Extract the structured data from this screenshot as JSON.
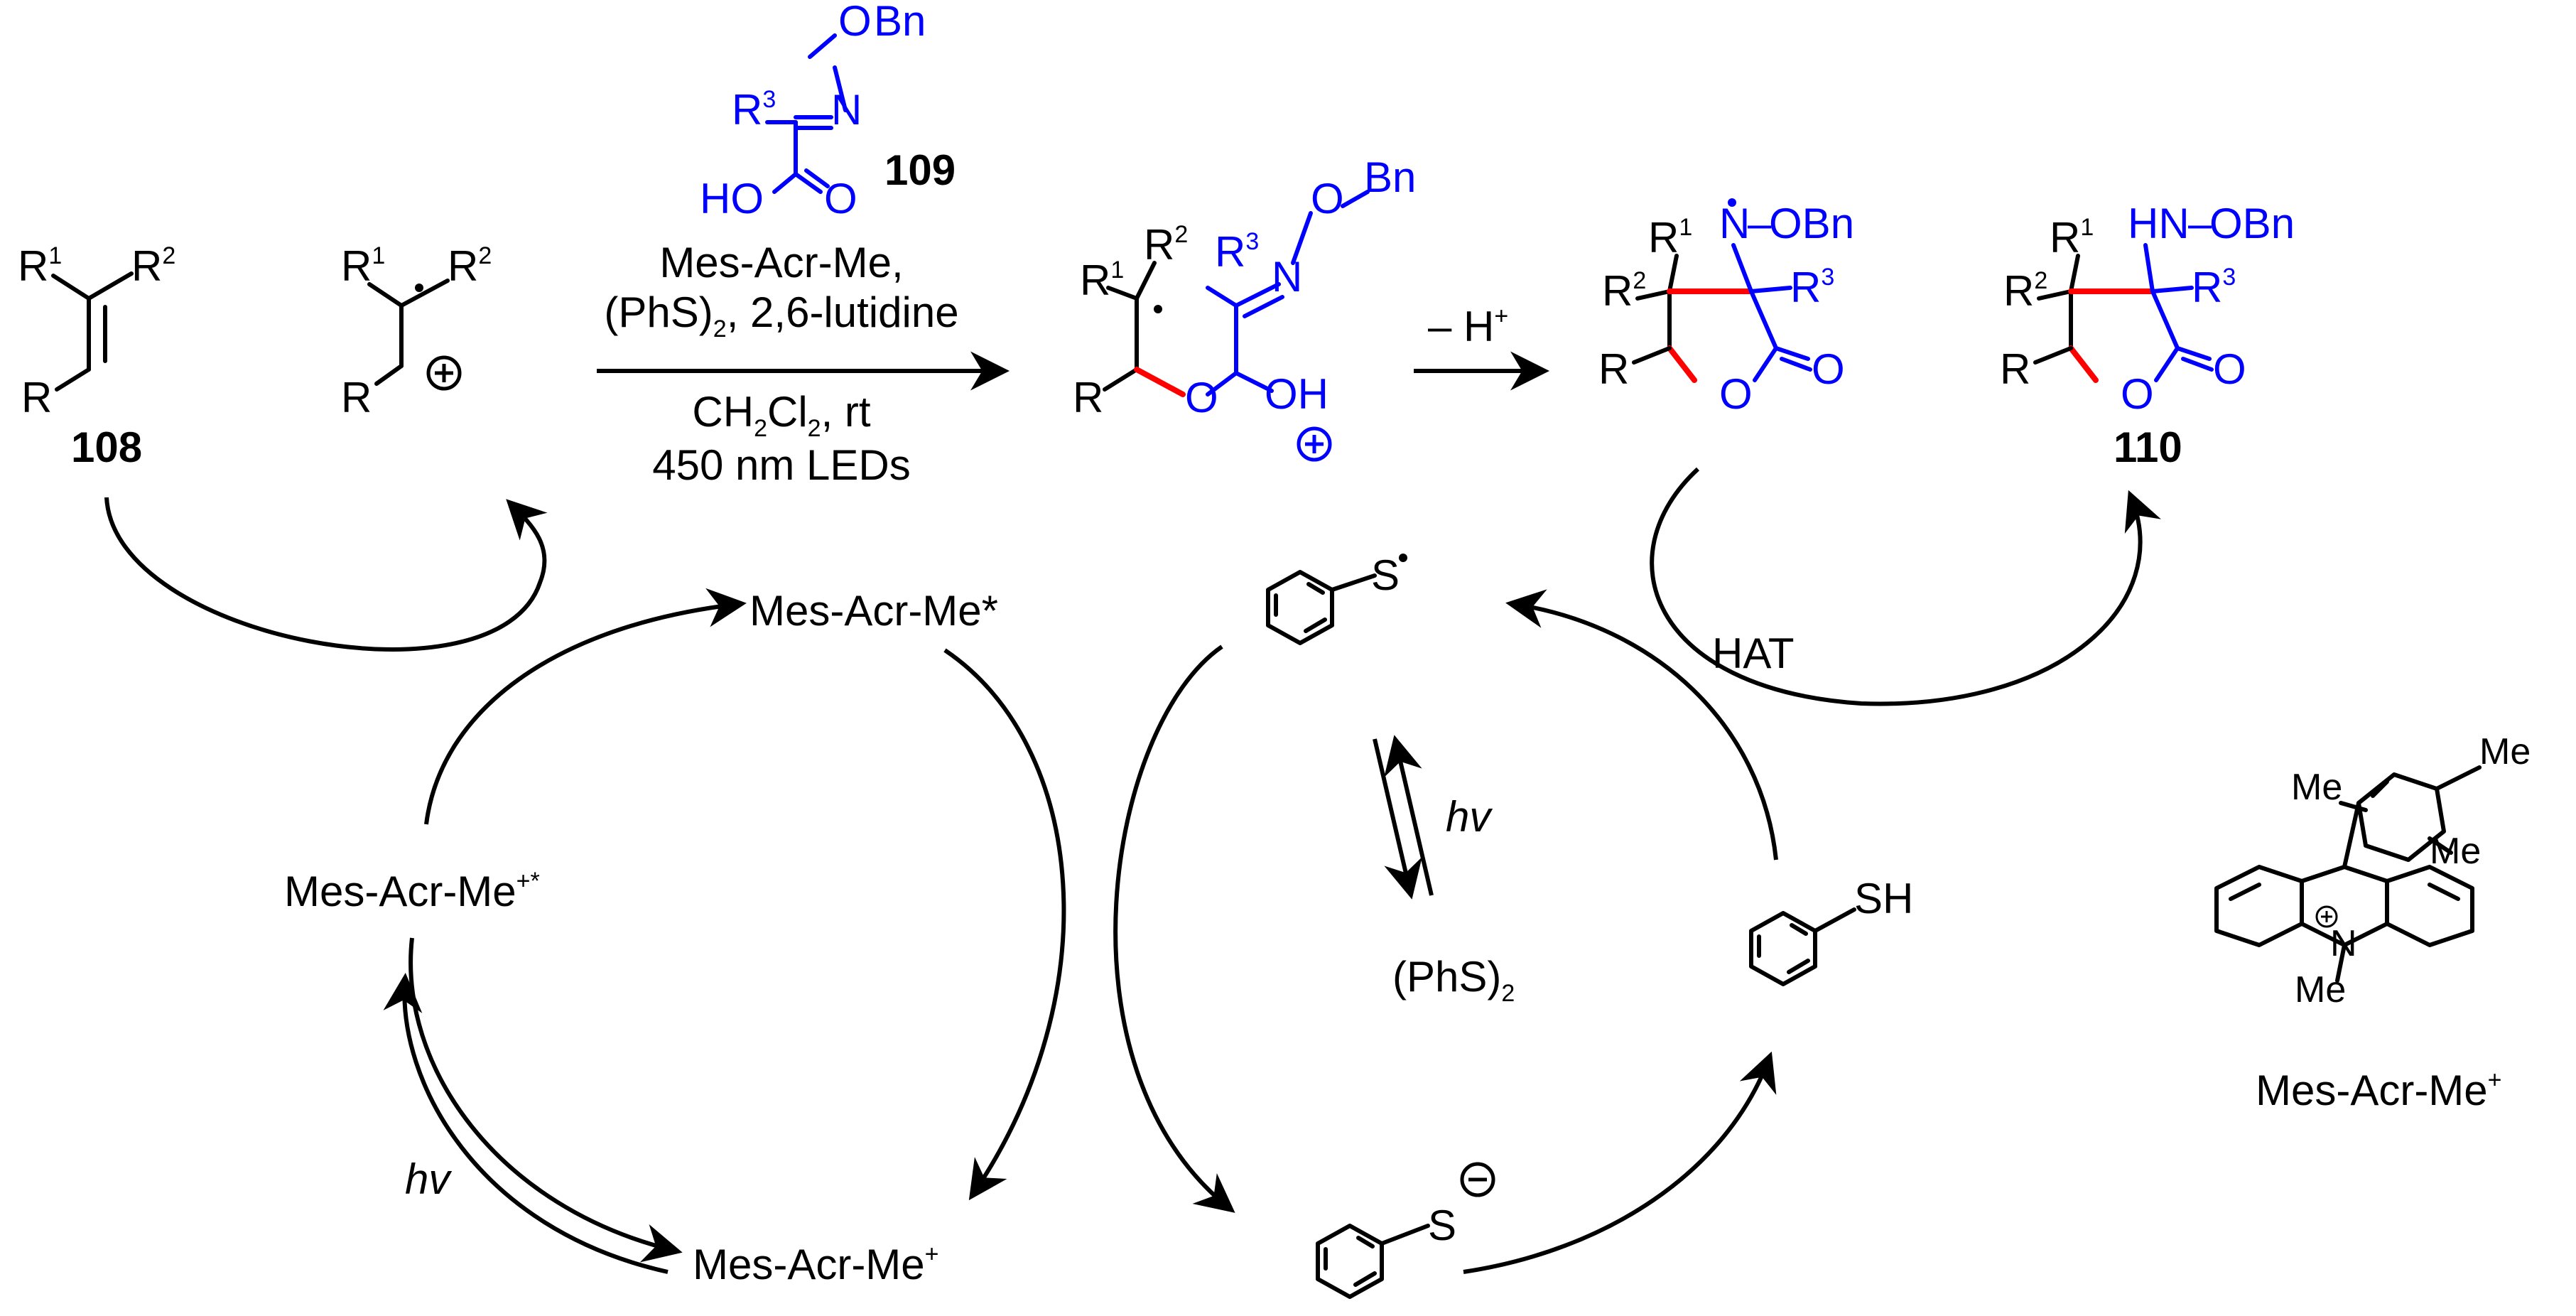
{
  "text": {
    "r1": "R",
    "r2": "R",
    "r3": "R",
    "r": "R",
    "n1": "1",
    "n2": "2",
    "n3": "3",
    "bn": "Bn",
    "o": "O",
    "n": "N",
    "ho": "HO",
    "oh": "OH",
    "h": "H",
    "obn": "OBn",
    "n_obn": "N",
    "hn": "HN",
    "compound_108": "108",
    "compound_109": "109",
    "compound_110": "110",
    "cond_line1": "Mes-Acr-Me,",
    "cond_line2a": "(PhS)",
    "cond_line2b": "2",
    "cond_line2c": ", 2,6-lutidine",
    "cond_line3a": "CH",
    "cond_line3b": "2",
    "cond_line3c": "Cl",
    "cond_line3d": "2",
    "cond_line3e": ", rt",
    "cond_line4": "450 nm LEDs",
    "minus_h": "– H",
    "plus": "+",
    "mes_star": "Mes-Acr-Me*",
    "mes_plus_star_base": "Mes-Acr-Me",
    "mes_plus_star_sup": "+*",
    "mes_plus_base": "Mes-Acr-Me",
    "mes_plus_sup": "+",
    "mes_label_base": "Mes-Acr-Me",
    "mes_label_sup": "+",
    "hv": "hv",
    "hat": "HAT",
    "phs2_base": "(PhS)",
    "phs2_sub": "2",
    "s": "S",
    "sh": "SH",
    "me": "Me",
    "minus": "–"
  },
  "colors": {
    "reagent": "#0000ff",
    "new_bond": "#ff0000",
    "ink": "#000000"
  }
}
